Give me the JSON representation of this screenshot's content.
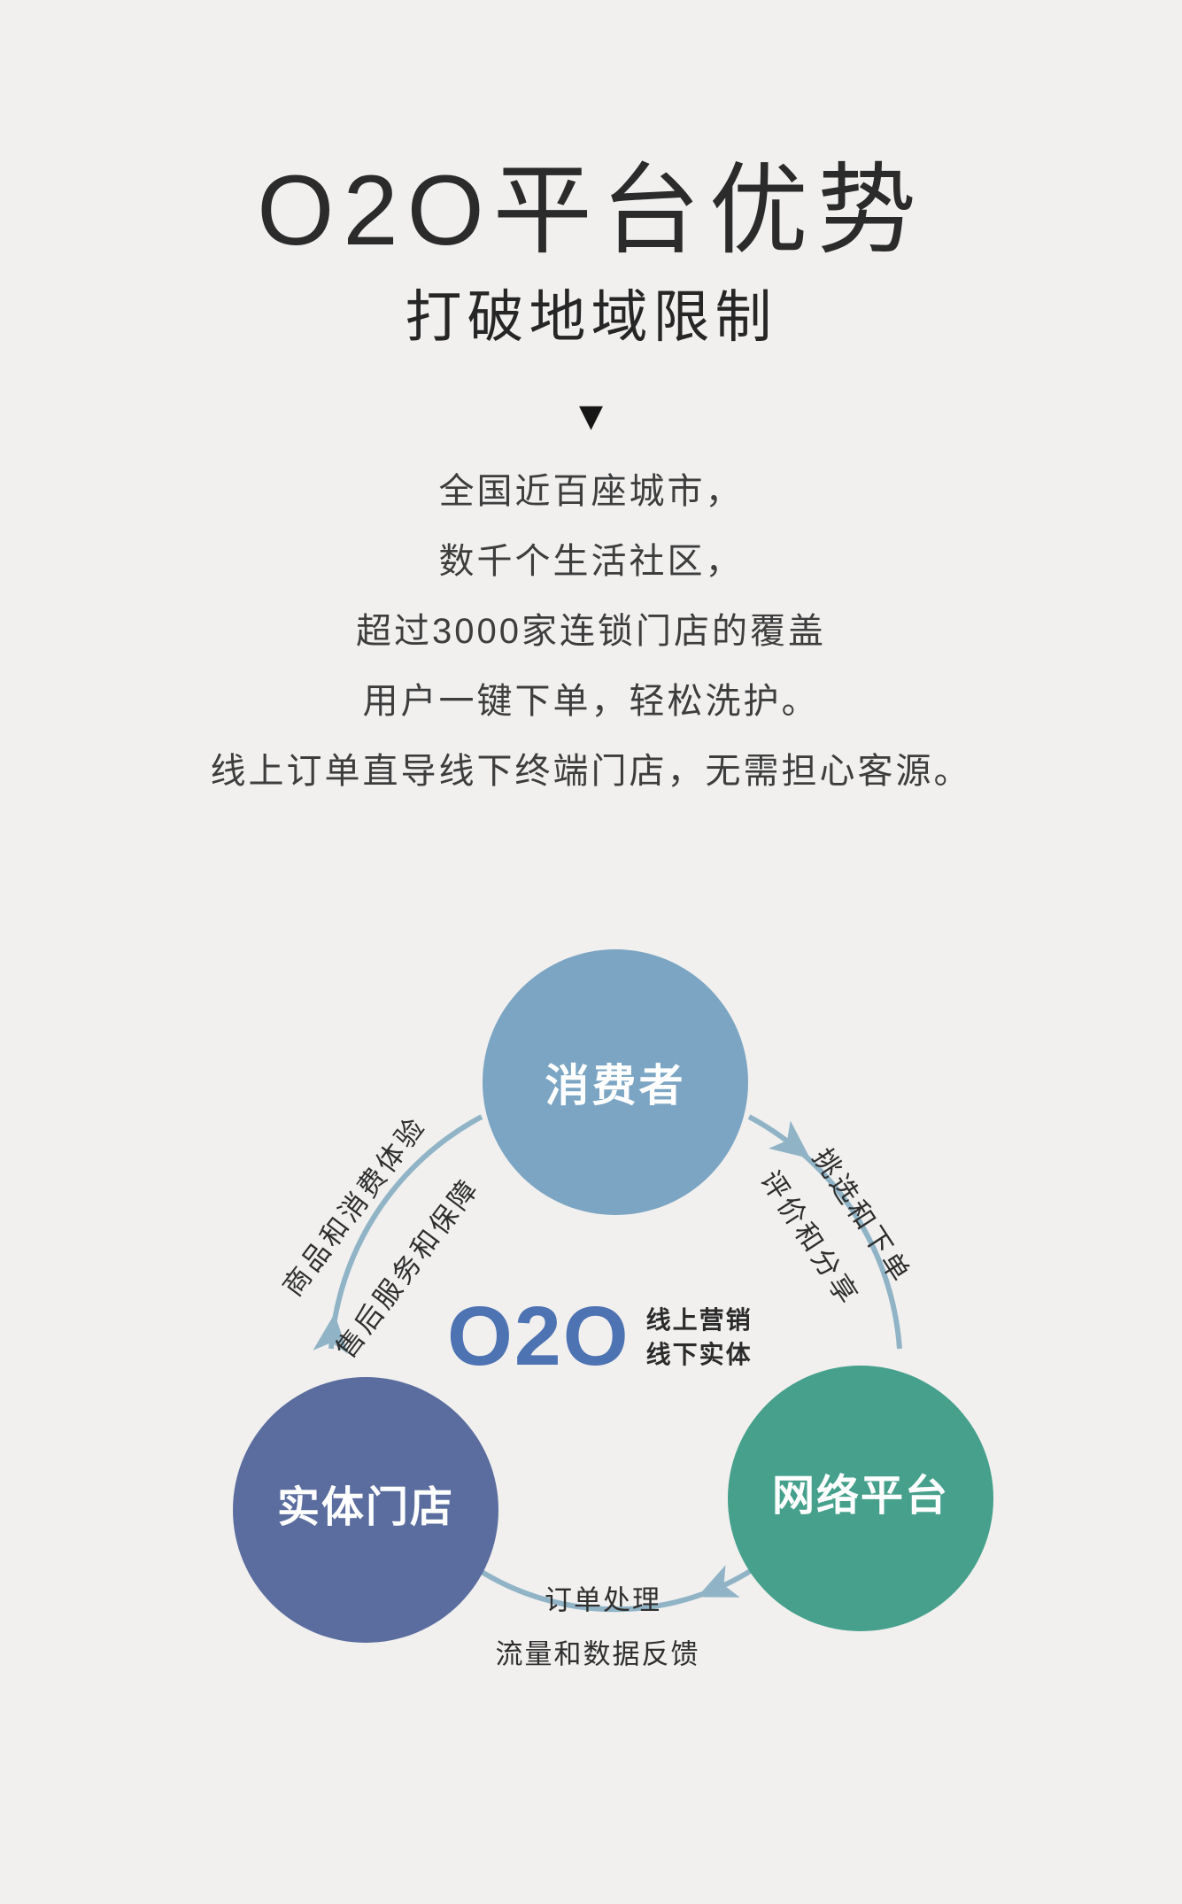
{
  "page": {
    "title": "O2O平台优势",
    "subtitle": "打破地域限制",
    "pointer_glyph": "▼",
    "intro_lines": [
      "全国近百座城市，",
      "数千个生活社区，",
      "超过3000家连锁门店的覆盖",
      "用户一键下单，轻松洗护。",
      "线上订单直导线下终端门店，无需担心客源。"
    ]
  },
  "diagram": {
    "center": {
      "logo": "O2O",
      "line1": "线上营销",
      "line2": "线下实体"
    },
    "nodes": [
      {
        "id": "consumer",
        "label": "消费者",
        "color": "#7ba5c3"
      },
      {
        "id": "store",
        "label": "实体门店",
        "color": "#5a6d9e"
      },
      {
        "id": "platform",
        "label": "网络平台",
        "color": "#46a08b"
      }
    ],
    "edges": [
      {
        "from": "consumer",
        "to": "platform",
        "direction": "clockwise",
        "labels": [
          "挑选和下单",
          "评价和分享"
        ]
      },
      {
        "from": "platform",
        "to": "store",
        "direction": "clockwise",
        "labels": [
          "订单处理",
          "流量和数据反馈"
        ]
      },
      {
        "from": "store",
        "to": "consumer",
        "direction": "clockwise",
        "labels": [
          "商品和消费体验",
          "售后服务和保障"
        ]
      }
    ]
  },
  "colors": {
    "background": "#f1f0ef",
    "consumer_circle": "#7ba5c3",
    "store_circle": "#5a6d9e",
    "platform_circle": "#46a08b",
    "arc": "#90b4c6",
    "o2o_logo": "#4e73b2",
    "heading_text": "#2b2b2b",
    "body_text": "#3d3d3d",
    "circle_label_text": "#ffffff"
  }
}
